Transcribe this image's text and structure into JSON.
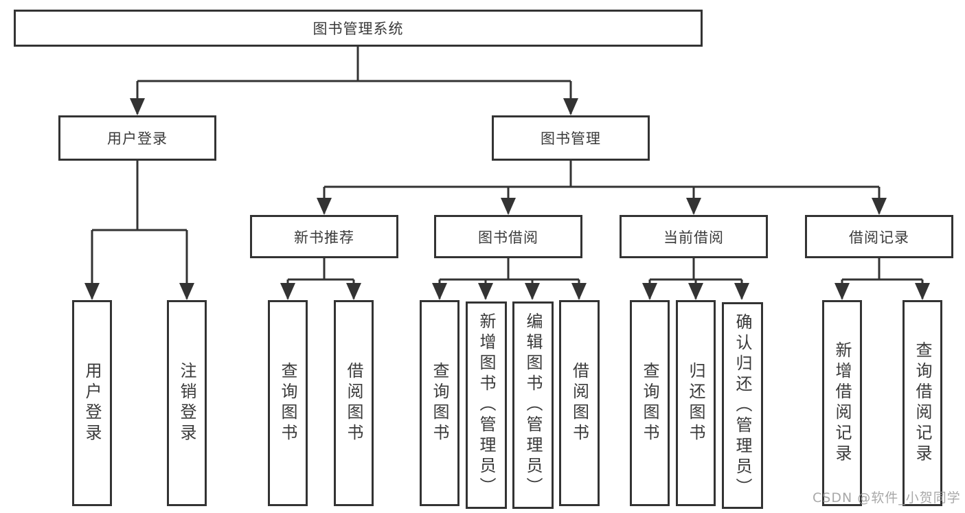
{
  "tree": {
    "root": {
      "label": "图书管理系统"
    },
    "l2": [
      {
        "label": "用户登录",
        "children": [
          {
            "label": "用户登录"
          },
          {
            "label": "注销登录"
          }
        ]
      },
      {
        "label": "图书管理",
        "children": [
          {
            "label": "新书推荐",
            "children": [
              {
                "label": "查询图书"
              },
              {
                "label": "借阅图书"
              }
            ]
          },
          {
            "label": "图书借阅",
            "children": [
              {
                "label": "查询图书"
              },
              {
                "label": "新增图书（管理员）"
              },
              {
                "label": "编辑图书（管理员）"
              },
              {
                "label": "借阅图书"
              }
            ]
          },
          {
            "label": "当前借阅",
            "children": [
              {
                "label": "查询图书"
              },
              {
                "label": "归还图书"
              },
              {
                "label": "确认归还（管理员）"
              }
            ]
          },
          {
            "label": "借阅记录",
            "children": [
              {
                "label": "新增借阅记录"
              },
              {
                "label": "查询借阅记录"
              }
            ]
          }
        ]
      }
    ]
  },
  "watermark": {
    "text": "CSDN @软件_小贺同学"
  },
  "colors": {
    "line": "#333333",
    "text": "#3a3a3a",
    "watermark": "#9a9a9a",
    "background": "#ffffff"
  }
}
